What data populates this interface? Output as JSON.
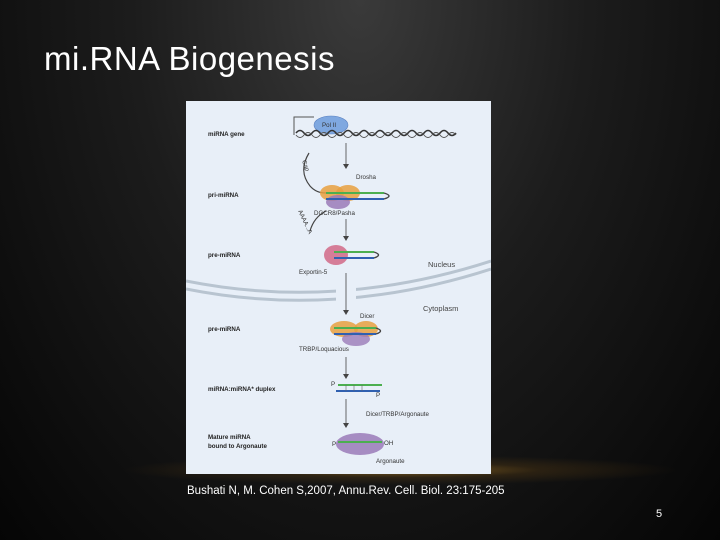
{
  "slide": {
    "title": "mi.RNA Biogenesis",
    "caption": "Bushati N, M. Cohen S,2007, Annu.Rev. Cell. Biol. 23:175-205",
    "page_number": "5"
  },
  "figure": {
    "stages": {
      "mirna_gene": "miRNA gene",
      "pri_mirna": "pri-miRNA",
      "pre_mirna_1": "pre-miRNA",
      "pre_mirna_2": "pre-miRNA",
      "duplex": "miRNA:miRNA* duplex",
      "mature_1": "Mature miRNA",
      "mature_2": "bound to Argonaute"
    },
    "labels": {
      "pol2": "Pol II",
      "cap": "Cap",
      "polya": "AAAA...A",
      "drosha": "Drosha",
      "dgcr8": "DGCR8/Pasha",
      "exportin": "Exportin-5",
      "nucleus": "Nucleus",
      "cytoplasm": "Cytoplasm",
      "dicer": "Dicer",
      "trbp": "TRBP/Loquacious",
      "dicer_trbp_argo": "Dicer/TRBP/Argonaute",
      "argonaute": "Argonaute",
      "p_duplex_left": "P",
      "p_duplex_right": "P",
      "p_mature": "P",
      "oh_mature": "OH"
    }
  },
  "colors": {
    "background": "#0a0a0a",
    "figure_bg": "#e8eff8",
    "rna_green": "#4caf50",
    "rna_blue": "#3060b0",
    "protein_orange": "#e8a040",
    "protein_purple": "#9a7ab8",
    "protein_pink": "#d06080",
    "pol2_blue": "#7fa8e0",
    "membrane": "#b8c4d0"
  }
}
